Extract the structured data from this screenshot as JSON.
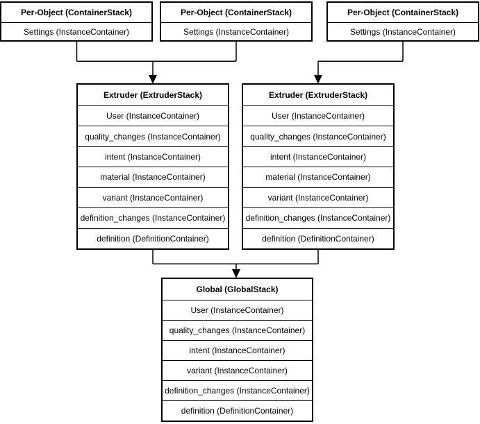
{
  "colors": {
    "background": "#ffffff",
    "box_fill": "#ffffff",
    "line": "#000000",
    "text": "#000000"
  },
  "boxes": [
    {
      "title": "Per-Object (ContainerStack)",
      "rows": [
        "Settings (InstanceContainer)"
      ]
    },
    {
      "title": "Per-Object (ContainerStack)",
      "rows": [
        "Settings (InstanceContainer)"
      ]
    },
    {
      "title": "Per-Object (ContainerStack)",
      "rows": [
        "Settings (InstanceContainer)"
      ]
    },
    {
      "title": "Extruder (ExtruderStack)",
      "rows": [
        "User (InstanceContainer)",
        "quality_changes (InstanceContainer)",
        "intent (InstanceContainer)",
        "material (InstanceContainer)",
        "variant (InstanceContainer)",
        "definition_changes (InstanceContainer)",
        "definition (DefinitionContainer)"
      ]
    },
    {
      "title": "Extruder (ExtruderStack)",
      "rows": [
        "User (InstanceContainer)",
        "quality_changes (InstanceContainer)",
        "intent (InstanceContainer)",
        "material (InstanceContainer)",
        "variant (InstanceContainer)",
        "definition_changes (InstanceContainer)",
        "definition (DefinitionContainer)"
      ]
    },
    {
      "title": "Global (GlobalStack)",
      "rows": [
        "User (InstanceContainer)",
        "quality_changes (InstanceContainer)",
        "intent (InstanceContainer)",
        "variant (InstanceContainer)",
        "definition_changes (InstanceContainer)",
        "definition (DefinitionContainer)"
      ]
    }
  ]
}
